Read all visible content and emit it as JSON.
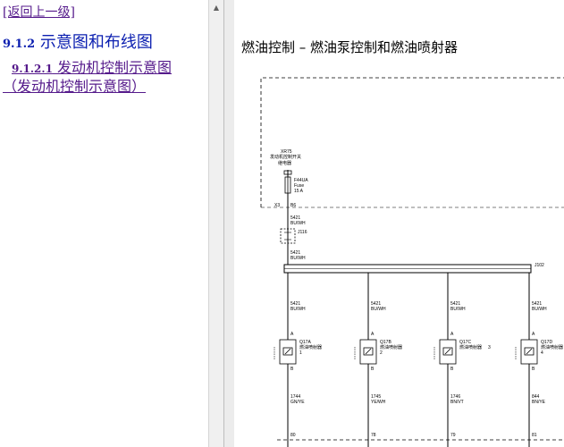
{
  "nav": {
    "back_label": "[返回上一级]",
    "section_number": "9.1.2",
    "section_title": " 示意图和布线图",
    "sub_number": "9.1.2.1",
    "sub_title_line1": " 发动机控制示意图",
    "sub_title_line2": "（发动机控制示意图）"
  },
  "diagram": {
    "title": "燃油控制 – 燃油泵控制和燃油喷射器",
    "top_label_1": "XR75",
    "top_label_2": "发动机控制开关",
    "top_label_3": "继电器",
    "fuse_label_1": "F44UA",
    "fuse_label_2": "Fuse",
    "fuse_label_3": "15 A",
    "conn_x3": "X3",
    "conn_b6": "B6",
    "wire_top_1": "5421",
    "wire_top_1_color": "BU/WH",
    "splice_j116": "J116",
    "wire_top_2": "5421",
    "wire_top_2_color": "BU/WH",
    "bus_j102": "J102",
    "injectors": [
      {
        "wire": "5421",
        "wire_color": "BU/WH",
        "pin_a": "A",
        "pin_b": "B",
        "id": "Q17A",
        "name": "燃油喷射器",
        "index": "1",
        "out_wire": "1744",
        "out_color": "GN/YE",
        "pin_bottom": "80"
      },
      {
        "wire": "5421",
        "wire_color": "BU/WH",
        "pin_a": "A",
        "pin_b": "B",
        "id": "Q17B",
        "name": "燃油喷射器",
        "index": "2",
        "out_wire": "1745",
        "out_color": "YE/WH",
        "pin_bottom": "78"
      },
      {
        "wire": "5421",
        "wire_color": "BU/WH",
        "pin_a": "A",
        "pin_b": "B",
        "id": "Q17C",
        "name": "燃油喷射器",
        "index": "3",
        "out_wire": "1746",
        "out_color": "BN/VT",
        "pin_bottom": "79"
      },
      {
        "wire": "5421",
        "wire_color": "BU/WH",
        "pin_a": "A",
        "pin_b": "B",
        "id": "Q17D",
        "name": "燃油喷射器",
        "index": "4",
        "out_wire": "844",
        "out_color": "BN/YE",
        "pin_bottom": "81"
      }
    ]
  }
}
